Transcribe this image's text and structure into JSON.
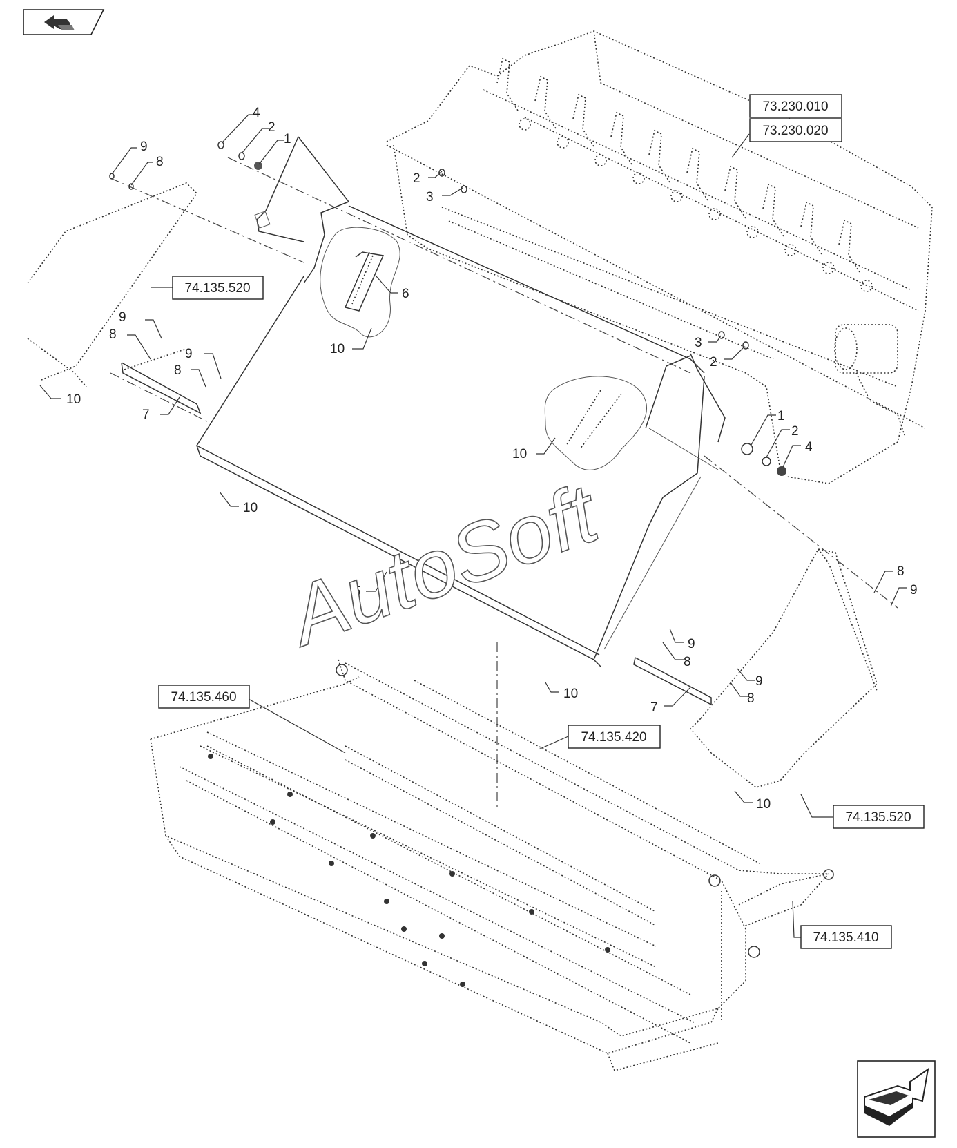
{
  "watermark": "AutoSoft",
  "references": [
    {
      "id": "ref-73-230-010",
      "text": "73.230.010"
    },
    {
      "id": "ref-73-230-020",
      "text": "73.230.020"
    },
    {
      "id": "ref-74-135-520-a",
      "text": "74.135.520"
    },
    {
      "id": "ref-74-135-460",
      "text": "74.135.460"
    },
    {
      "id": "ref-74-135-420",
      "text": "74.135.420"
    },
    {
      "id": "ref-74-135-520-b",
      "text": "74.135.520"
    },
    {
      "id": "ref-74-135-410",
      "text": "74.135.410"
    }
  ],
  "callouts": [
    "4",
    "2",
    "1",
    "9",
    "8",
    "2",
    "3",
    "6",
    "10",
    "9",
    "8",
    "9",
    "8",
    "10",
    "7",
    "3",
    "2",
    "1",
    "2",
    "4",
    "10",
    "10",
    "5",
    "8",
    "9",
    "9",
    "8",
    "9",
    "8",
    "7",
    "10",
    "10"
  ],
  "icons": {
    "top_left": "back-arrow-icon",
    "bottom_right": "forward-arrow-icon"
  }
}
